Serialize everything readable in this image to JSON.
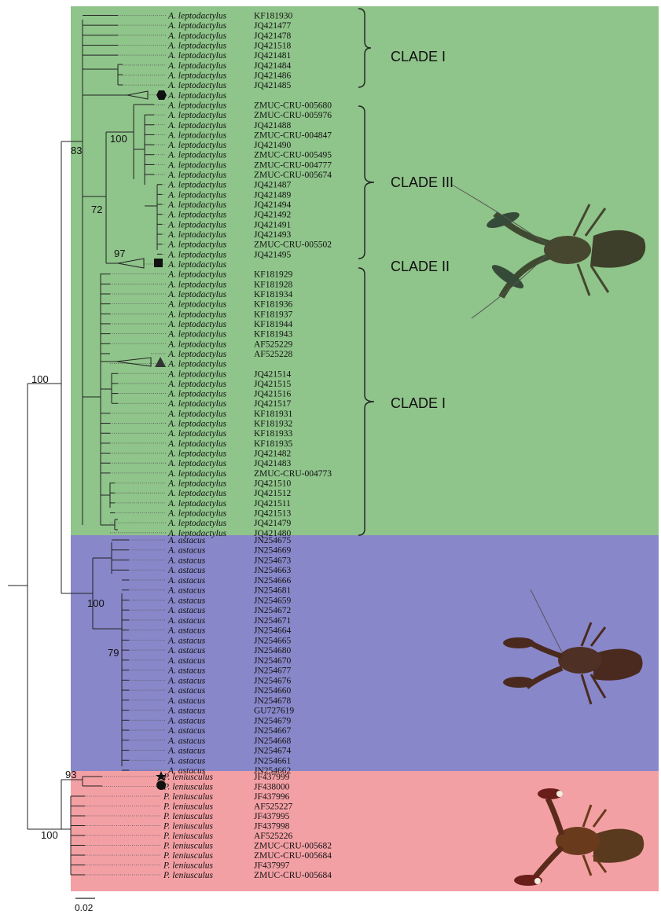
{
  "colors": {
    "green": "#8fc48a",
    "blue": "#8887c9",
    "red": "#f3a0a5",
    "line": "#222222"
  },
  "clades": [
    {
      "label": "CLADE I"
    },
    {
      "label": "CLADE III"
    },
    {
      "label": "CLADE II"
    },
    {
      "label": "CLADE I"
    }
  ],
  "supports": [
    "83",
    "72",
    "100",
    "97",
    "100",
    "100",
    "79",
    "93",
    "100"
  ],
  "scale_label": "0.02",
  "species": {
    "lepto": "A. leptodactylus",
    "astacus": "A. astacus",
    "pacif": "P. leniusculus"
  },
  "leptodactylus_accessions": [
    "KF181930",
    "JQ421477",
    "JQ421478",
    "JQ421518",
    "JQ421481",
    "JQ421484",
    "JQ421486",
    "JQ421485",
    "",
    "ZMUC-CRU-005680",
    "ZMUC-CRU-005976",
    "JQ421488",
    "ZMUC-CRU-004847",
    "JQ421490",
    "ZMUC-CRU-005495",
    "ZMUC-CRU-004777",
    "ZMUC-CRU-005674",
    "JQ421487",
    "JQ421489",
    "JQ421494",
    "JQ421492",
    "JQ421491",
    "JQ421493",
    "ZMUC-CRU-005502",
    "JQ421495",
    "",
    "KF181929",
    "KF181928",
    "KF181934",
    "KF181936",
    "KF181937",
    "KF181944",
    "KF181943",
    "AF525229",
    "AF525228",
    "",
    "JQ421514",
    "JQ421515",
    "JQ421516",
    "JQ421517",
    "KF181931",
    "KF181932",
    "KF181933",
    "KF181935",
    "JQ421482",
    "JQ421483",
    "ZMUC-CRU-004773",
    "JQ421510",
    "JQ421512",
    "JQ421511",
    "JQ421513",
    "JQ421479",
    "JQ421480"
  ],
  "astacus_accessions": [
    "JN254675",
    "JN254669",
    "JN254673",
    "JN254663",
    "JN254666",
    "JN254681",
    "JN254659",
    "JN254672",
    "JN254671",
    "JN254664",
    "JN254665",
    "JN254680",
    "JN254670",
    "JN254677",
    "JN254676",
    "JN254660",
    "JN254678",
    "GU727619",
    "JN254679",
    "JN254667",
    "JN254668",
    "JN254674",
    "JN254661",
    "JN254662"
  ],
  "pacifastacus_accessions": [
    "JF437999",
    "JF438000",
    "JF437996",
    "AF525227",
    "JF437995",
    "JF437998",
    "AF525226",
    "ZMUC-CRU-005682",
    "ZMUC-CRU-005684",
    "JF437997",
    "ZMUC-CRU-005684"
  ]
}
